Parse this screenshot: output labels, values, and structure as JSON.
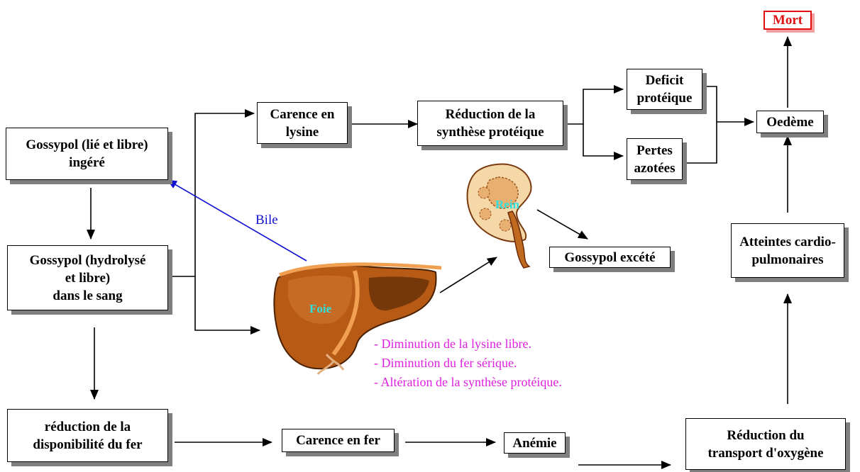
{
  "colors": {
    "box_border": "#000000",
    "shadow": "#7f7f7f",
    "mort": "#e01010",
    "bile_arrow": "#1010d0",
    "effects_text": "#e020e0",
    "organ_label": "#30e0e0",
    "liver": "#b85c14",
    "liver_edge": "#f0a050",
    "kidney": "#c06a20"
  },
  "boxes": {
    "gossypol_ingere": "Gossypol (lié et libre)\ningéré",
    "gossypol_sang": "Gossypol (hydrolysé\net libre)\ndans le sang",
    "reduction_fer": "réduction de la\ndisponibilité du fer",
    "carence_lysine": "Carence en\nlysine",
    "reduction_synthese": "Réduction de la\nsynthèse protéique",
    "deficit_proteique": "Deficit\nprotéique",
    "pertes_azotees": "Pertes\nazotées",
    "oedeme": "Oedème",
    "mort": "Mort",
    "atteintes": "Atteintes cardio-\npulmonaires",
    "reduction_transport": "Réduction du\ntransport d'oxygène",
    "anemie": "Anémie",
    "carence_fer": "Carence en fer",
    "gossypol_excrete": "Gossypol excété"
  },
  "labels": {
    "bile": "Bile",
    "foie": "Foie",
    "rein": "Rein"
  },
  "liver_effects": [
    "- Diminution de la lysine libre.",
    "- Diminution du fer sérique.",
    "- Altération de la synthèse protéique."
  ]
}
